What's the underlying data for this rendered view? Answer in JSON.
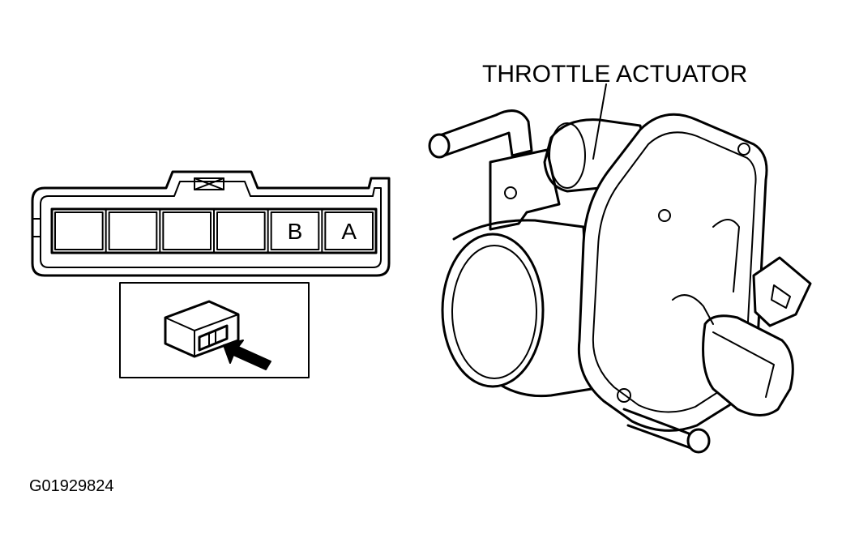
{
  "callout": {
    "label": "THROTTLE ACTUATOR"
  },
  "connector": {
    "terminals": [
      "",
      "",
      "",
      "",
      "B",
      "A"
    ]
  },
  "figure_id": "G01929824",
  "colors": {
    "ink": "#000000",
    "paper": "#ffffff"
  },
  "icons": {
    "view_arrow": "arrow-icon"
  }
}
